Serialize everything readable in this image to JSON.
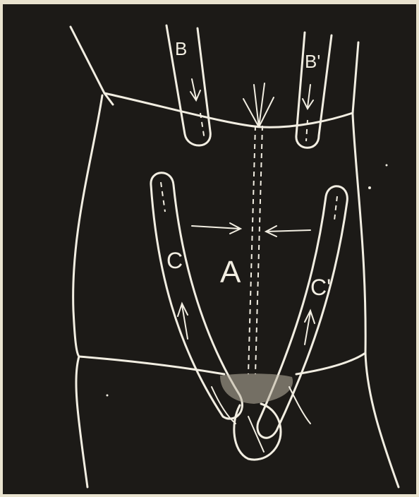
{
  "figure": {
    "colors": {
      "background": "#1c1a17",
      "paper": "#e9e3cf",
      "line": "#f2eee2"
    },
    "labels": {
      "center": "A",
      "upper_left_strip": "B",
      "upper_right_strip": "B'",
      "left_flap": "C",
      "right_flap": "C'"
    }
  }
}
